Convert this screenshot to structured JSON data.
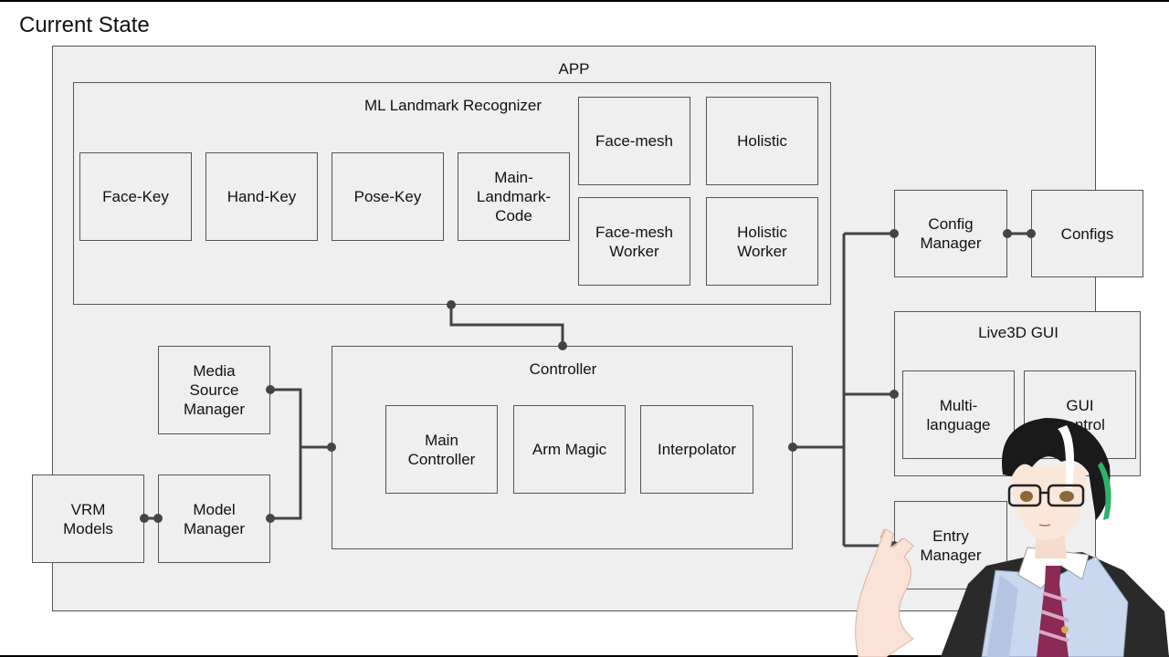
{
  "slide": {
    "title": "Current State"
  },
  "app": {
    "label": "APP"
  },
  "ml": {
    "label": "ML Landmark Recognizer",
    "modules": [
      "Face-Key",
      "Hand-Key",
      "Pose-Key",
      "Main-\nLandmark-\nCode"
    ],
    "models": [
      "Face-mesh",
      "Holistic",
      "Face-mesh\nWorker",
      "Holistic\nWorker"
    ]
  },
  "controller": {
    "label": "Controller",
    "modules": [
      "Main\nController",
      "Arm Magic",
      "Interpolator"
    ]
  },
  "left": {
    "media": "Media\nSource\nManager",
    "model": "Model\nManager",
    "vrm": "VRM\nModels"
  },
  "right": {
    "config_manager": "Config\nManager",
    "configs": "Configs",
    "gui_label": "Live3D GUI",
    "multilang": "Multi-\nlanguage",
    "gui_control": "GUI\nControl",
    "entry": "Entry\nManager"
  },
  "colors": {
    "box_fill": "#efefef",
    "border": "#555555",
    "wire": "#444444"
  }
}
